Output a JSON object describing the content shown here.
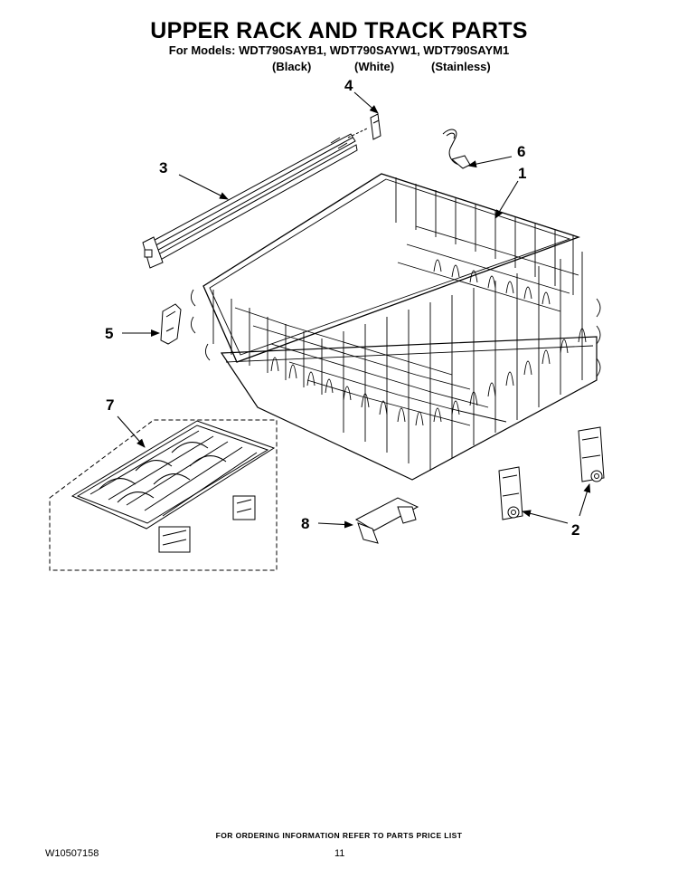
{
  "header": {
    "title": "UPPER RACK AND TRACK PARTS",
    "models_line": "For Models: WDT790SAYB1, WDT790SAYW1, WDT790SAYM1",
    "variants": [
      "(Black)",
      "(White)",
      "(Stainless)"
    ]
  },
  "callouts": [
    "1",
    "2",
    "3",
    "4",
    "5",
    "6",
    "7",
    "8"
  ],
  "footer": {
    "ordering_note": "FOR ORDERING INFORMATION REFER TO PARTS PRICE LIST",
    "document_number": "W10507158",
    "page_number": "11"
  }
}
